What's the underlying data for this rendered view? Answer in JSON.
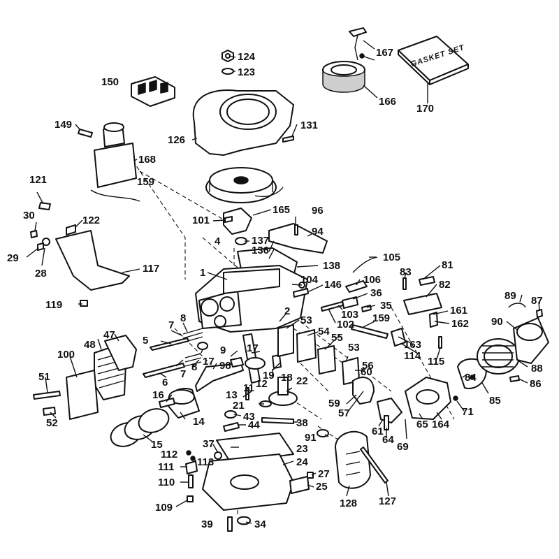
{
  "callouts": {
    "c1": "1",
    "c2": "2",
    "c4": "4",
    "c5": "5",
    "c6": "6",
    "c7a": "7",
    "c7b": "7",
    "c8a": "8",
    "c8b": "8",
    "c9": "9",
    "c11": "11",
    "c12": "12",
    "c13": "13",
    "c14": "14",
    "c15": "15",
    "c16": "16",
    "c17a": "17",
    "c17b": "17",
    "c18": "18",
    "c19": "19",
    "c21": "21",
    "c22": "22",
    "c23": "23",
    "c24": "24",
    "c25": "25",
    "c27": "27",
    "c28": "28",
    "c29": "29",
    "c30": "30",
    "c34": "34",
    "c35": "35",
    "c36": "36",
    "c37": "37",
    "c38": "38",
    "c39": "39",
    "c43": "43",
    "c44": "44",
    "c47": "47",
    "c48": "48",
    "c51": "51",
    "c52": "52",
    "c53a": "53",
    "c53b": "53",
    "c54": "54",
    "c55": "55",
    "c56": "56",
    "c57": "57",
    "c59": "59",
    "c60": "60",
    "c61": "61",
    "c64": "64",
    "c65": "65",
    "c69": "69",
    "c71": "71",
    "c81": "81",
    "c82": "82",
    "c83": "83",
    "c84": "84",
    "c85": "85",
    "c86": "86",
    "c87": "87",
    "c88": "88",
    "c89": "89",
    "c90": "90",
    "c91": "91",
    "c94": "94",
    "c96": "96",
    "c98": "98",
    "c100": "100",
    "c101": "101",
    "c102": "102",
    "c103": "103",
    "c104": "104",
    "c105": "105",
    "c106": "106",
    "c109": "109",
    "c110": "110",
    "c111": "111",
    "c112": "112",
    "c113": "113",
    "c114": "114",
    "c115": "115",
    "c117": "117",
    "c119": "119",
    "c121": "121",
    "c122": "122",
    "c123": "123",
    "c124": "124",
    "c126": "126",
    "c127": "127",
    "c128": "128",
    "c131": "131",
    "c136": "136",
    "c137": "137",
    "c138": "138",
    "c146": "146",
    "c149": "149",
    "c150": "150",
    "c159a": "159",
    "c159b": "159",
    "c161": "161",
    "c162": "162",
    "c163": "163",
    "c164": "164",
    "c165": "165",
    "c166": "166",
    "c167": "167",
    "c168": "168",
    "c170": "170"
  },
  "gasket_set_label": "GASKET SET",
  "colors": {
    "ink": "#111111",
    "paper": "#ffffff",
    "shade": "#cfcfcf"
  }
}
